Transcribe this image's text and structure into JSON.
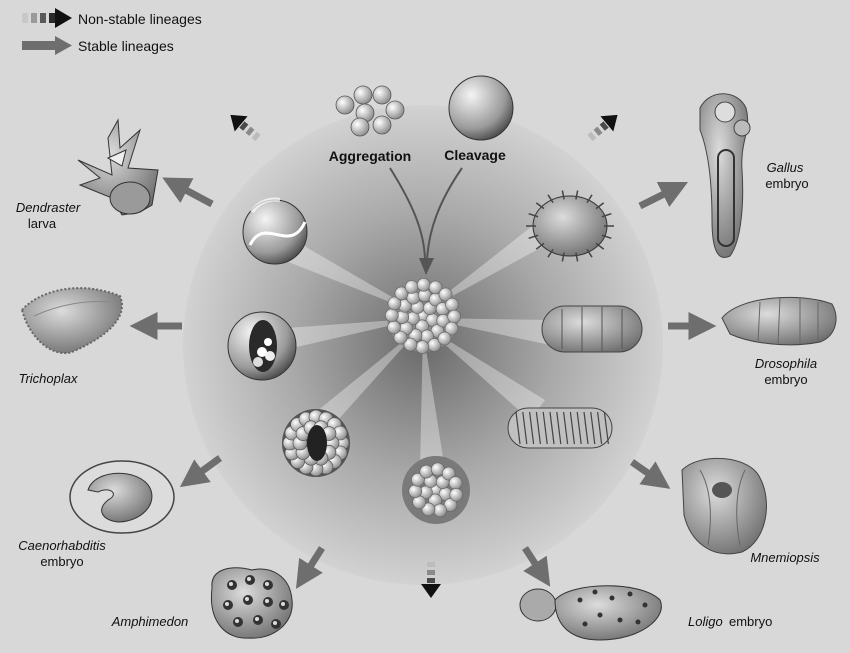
{
  "legend": {
    "non_stable": "Non-stable lineages",
    "stable": "Stable lineages"
  },
  "center": {
    "aggregation": "Aggregation",
    "cleavage": "Cleavage"
  },
  "organisms": {
    "dendraster_genus": "Dendraster",
    "dendraster_stage": "larva",
    "trichoplax": "Trichoplax",
    "caeno_genus": "Caenorhabditis",
    "caeno_stage": "embryo",
    "amphimedon": "Amphimedon",
    "loligo_genus": "Loligo",
    "loligo_stage": "embryo",
    "mnemiopsis": "Mnemiopsis",
    "drosophila_genus": "Drosophila",
    "drosophila_stage": "embryo",
    "gallus_genus": "Gallus",
    "gallus_stage": "embryo"
  },
  "colors": {
    "background": "#d8d8d8",
    "arrow": "#6e6e6e",
    "dark_arrow": "#1a1a1a",
    "text": "#111111"
  }
}
